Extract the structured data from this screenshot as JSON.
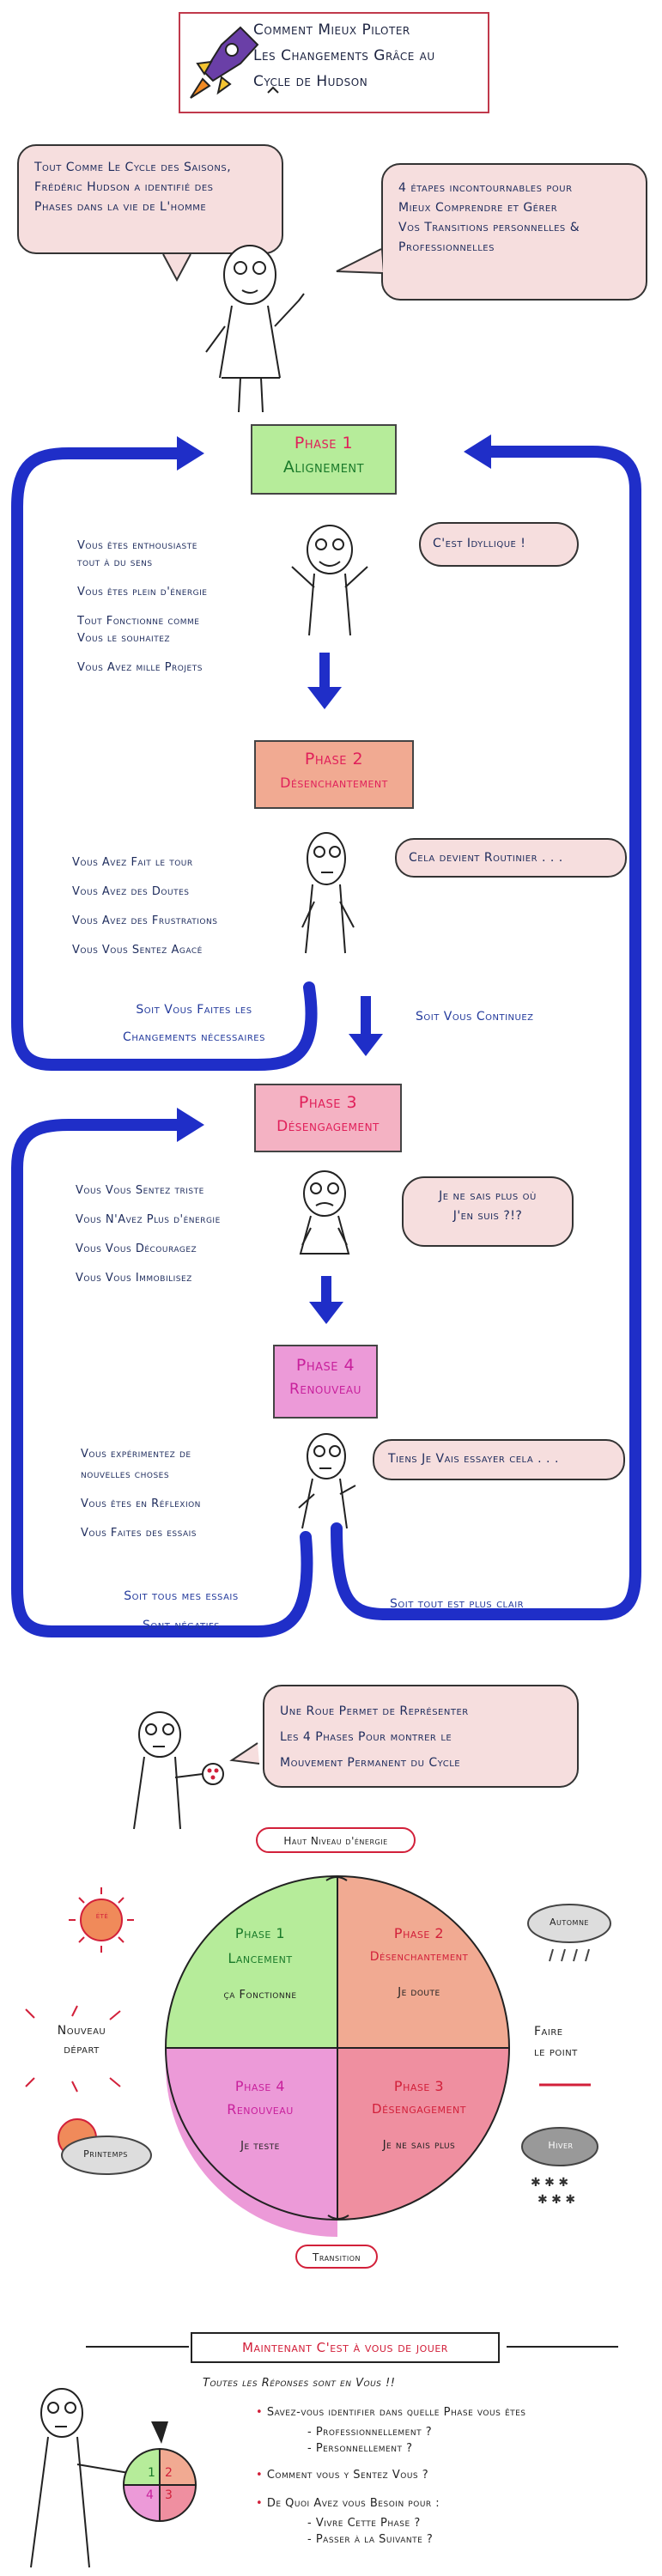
{
  "title": [
    "Comment Mieux Piloter",
    "Les Changements Grâce au",
    "Cycle de Hudson"
  ],
  "intro": {
    "left_bubble": [
      "Tout Comme Le Cycle des Saisons,",
      "Frédéric Hudson a identifié des",
      "Phases dans la vie de L'homme"
    ],
    "right_bubble": [
      "4 étapes incontournables pour",
      "Mieux Comprendre et Gérer",
      "Vos Transitions personnelles &",
      "Professionnelles"
    ]
  },
  "phase1": {
    "label": "Phase 1",
    "name": "Alignement",
    "items": [
      "Vous êtes enthousiaste",
      "tout à du sens",
      "Vous êtes plein d'énergie",
      "Tout Fonctionne comme",
      "Vous le souhaitez",
      "Vous Avez mille Projets"
    ],
    "bubble": "C'est Idyllique !"
  },
  "phase2": {
    "label": "Phase 2",
    "name": "Désenchantement",
    "items": [
      "Vous Avez Fait le tour",
      "Vous Avez des Doutes",
      "Vous Avez des Frustrations",
      "Vous Vous Sentez Agacé"
    ],
    "bubble": "Cela devient Routinier . . ."
  },
  "branch1": {
    "left": [
      "Soit Vous Faites les",
      "Changements nécessaires"
    ],
    "right": "Soit Vous Continuez"
  },
  "phase3": {
    "label": "Phase 3",
    "name": "Désengagement",
    "items": [
      "Vous Vous Sentez triste",
      "Vous N'Avez Plus d'énergie",
      "Vous Vous Découragez",
      "Vous Vous Immobilisez"
    ],
    "bubble": [
      "Je ne sais plus où",
      "J'en suis ?!?"
    ]
  },
  "phase4": {
    "label": "Phase 4",
    "name": "Renouveau",
    "items": [
      "Vous expérimentez de",
      "nouvelles choses",
      "Vous êtes en Réflexion",
      "Vous Faites des essais"
    ],
    "bubble": "Tiens Je Vais essayer cela . . ."
  },
  "branch2": {
    "left": [
      "Soit tous mes essais",
      "Sont négatifs"
    ],
    "right": "Soit tout est plus clair"
  },
  "wheel_intro": [
    "Une Roue Permet de Représenter",
    "Les 4 Phases Pour montrer le",
    "Mouvement Permanent du Cycle"
  ],
  "wheel": {
    "top_label": "Haut Niveau d'énergie",
    "bottom_label": "Transition",
    "left_label": [
      "Nouveau",
      "départ"
    ],
    "right_label": [
      "Faire",
      "le point"
    ],
    "quadrants": [
      {
        "title": "Phase 1",
        "name": "Lancement",
        "sub": "ça Fonctionne",
        "color": "#b6ec9a"
      },
      {
        "title": "Phase 2",
        "name": "Désenchantement",
        "sub": "Je doute",
        "color": "#f1aa92"
      },
      {
        "title": "Phase 3",
        "name": "Désengagement",
        "sub": "Je ne sais plus",
        "color": "#ef8fa0"
      },
      {
        "title": "Phase 4",
        "name": "Renouveau",
        "sub": "Je teste",
        "color": "#ec9ad8"
      }
    ],
    "seasons": {
      "summer": "été",
      "autumn": "Automne",
      "spring": "Printemps",
      "winter": "Hiver"
    }
  },
  "cta": {
    "banner": "Maintenant C'est à vous de jouer",
    "subtitle": "Toutes les Réponses sont en Vous !!",
    "mini_wheel": [
      "1",
      "2",
      "3",
      "4"
    ],
    "questions": [
      {
        "q": "Savez-vous identifier dans quelle Phase vous êtes",
        "subs": [
          "- Professionnellement ?",
          "- Personnellement ?"
        ]
      },
      {
        "q": "Comment vous y Sentez Vous ?",
        "subs": []
      },
      {
        "q": "De Quoi Avez vous Besoin pour :",
        "subs": [
          "- Vivre Cette Phase ?",
          "- Passer à la Suivante ?"
        ]
      }
    ]
  }
}
